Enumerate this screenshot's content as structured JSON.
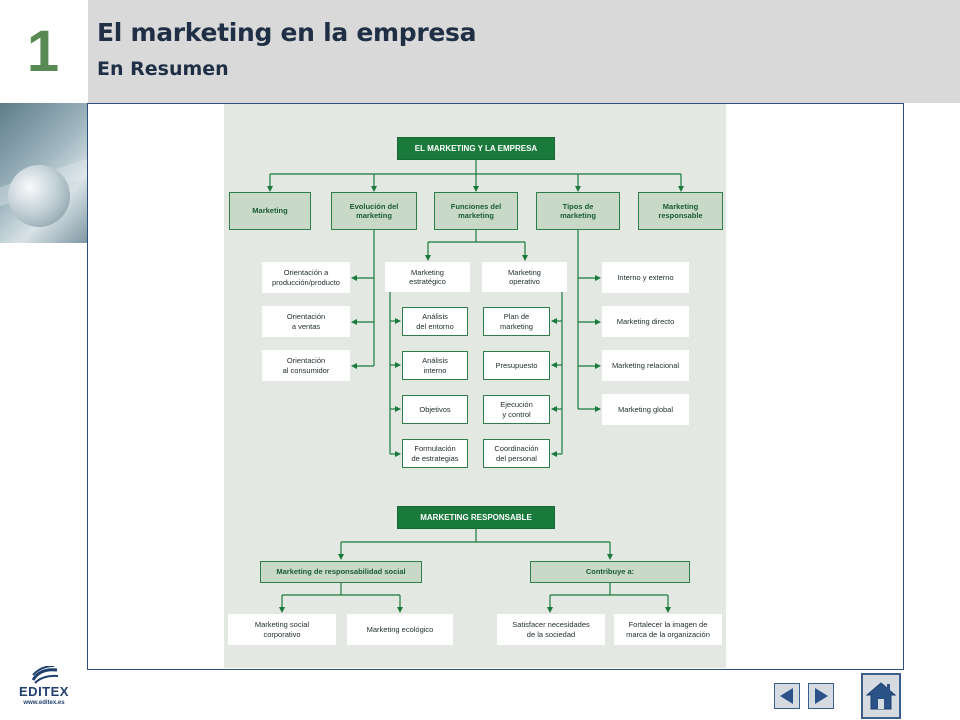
{
  "header": {
    "chapter_number": "1",
    "title": "El marketing en la empresa",
    "subtitle": "En Resumen"
  },
  "diagram": {
    "top": {
      "root": "EL MARKETING Y LA EMPRESA",
      "categories": [
        "Marketing",
        "Evolución del\nmarketing",
        "Funciones del\nmarketing",
        "Tipos de\nmarketing",
        "Marketing\nresponsable"
      ],
      "evolucion": [
        "Orientación a\nproducción/producto",
        "Orientación\na ventas",
        "Orientación\nal consumidor"
      ],
      "funciones": {
        "estrategico": {
          "label": "Marketing\nestratégico",
          "items": [
            "Análisis\ndel entorno",
            "Análisis\ninterno",
            "Objetivos",
            "Formulación\nde estrategias"
          ]
        },
        "operativo": {
          "label": "Marketing\noperativo",
          "items": [
            "Plan de\nmarketing",
            "Presupuesto",
            "Ejecución\ny control",
            "Coordinación\ndel personal"
          ]
        }
      },
      "tipos": [
        "Interno y externo",
        "Marketing directo",
        "Marketing relacional",
        "Marketing global"
      ]
    },
    "bottom": {
      "root": "MARKETING RESPONSABLE",
      "left": {
        "label": "Marketing de responsabilidad social",
        "items": [
          "Marketing social\ncorporativo",
          "Marketing ecológico"
        ]
      },
      "right": {
        "label": "Contribuye a:",
        "items": [
          "Satisfacer necesidades\nde la sociedad",
          "Fortalecer la imagen de\nmarca de la organización"
        ]
      }
    }
  },
  "footer": {
    "logo_text": "EDITEX",
    "logo_url": "www.editex.es"
  },
  "colors": {
    "dark_green": "#1a7a3c",
    "light_green": "#c8d9c8",
    "diagram_bg": "#e3e8e2",
    "title_navy": "#1f2f45",
    "chapter_green": "#5a8a54"
  },
  "icons": {
    "prev": "triangle-left-icon",
    "next": "triangle-right-icon",
    "home": "house-icon"
  }
}
